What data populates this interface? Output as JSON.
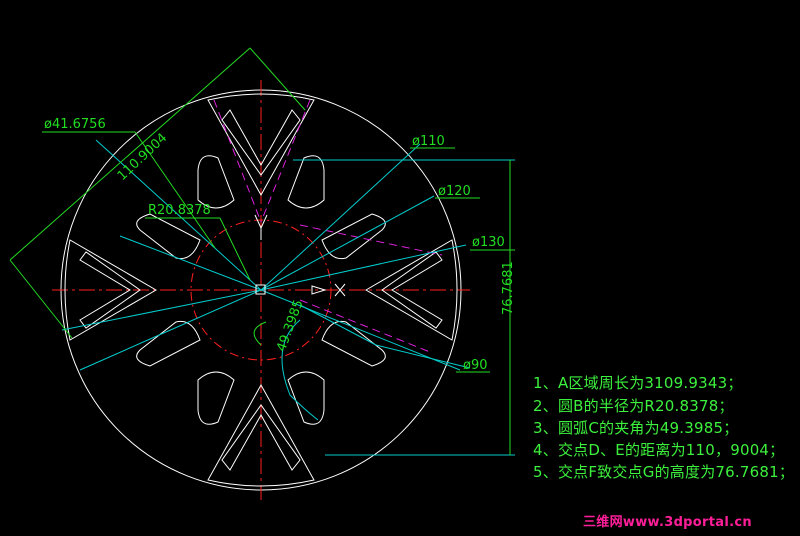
{
  "drawing": {
    "dimensions": {
      "diameter_41": "ø41.6756",
      "aligned_110": "110.9004",
      "radius_20": "R20.8378",
      "diameter_110": "ø110",
      "diameter_120": "ø120",
      "diameter_130": "ø130",
      "vertical_76": "76.7681",
      "angle_49": "49.3985",
      "diameter_90": "ø90"
    },
    "colors": {
      "background": "#000000",
      "geometry": "#ffffff",
      "centerline": "#ff2020",
      "dimension": "#22dd22",
      "leader": "#00cccc",
      "construction": "#dd22dd"
    }
  },
  "notes": [
    "1、A区域周长为3109.9343；",
    "2、圆B的半径为R20.8378；",
    "3、圆弧C的夹角为49.3985；",
    "4、交点D、E的距离为110，9004；",
    "5、交点F致交点G的高度为76.7681；"
  ],
  "watermark": "三维网www.3dportal.cn"
}
